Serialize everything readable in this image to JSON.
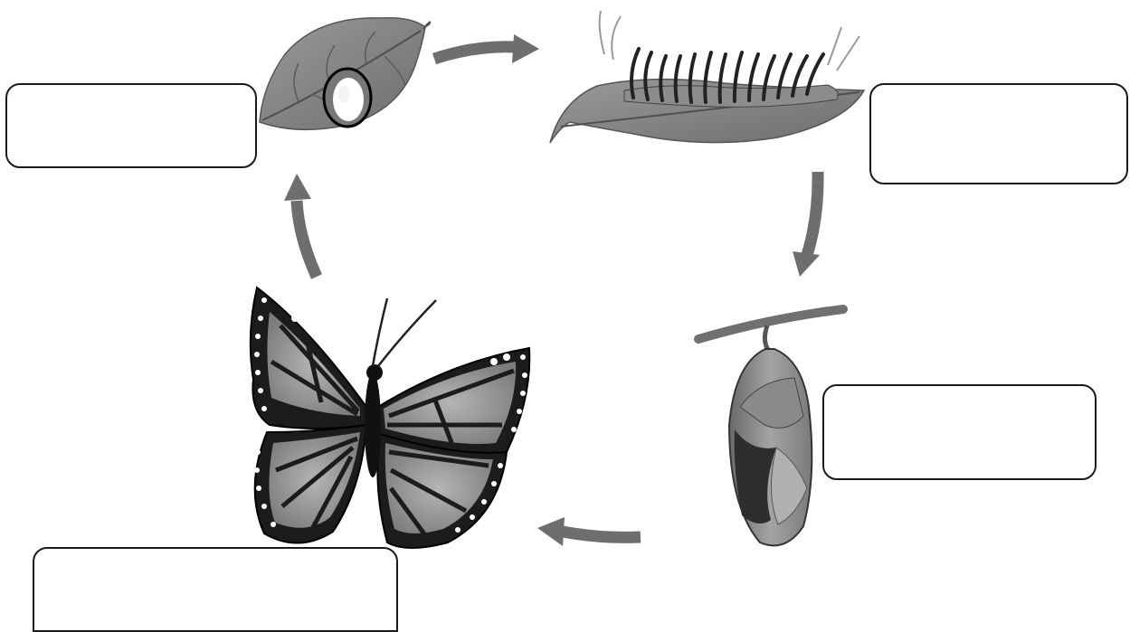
{
  "diagram": {
    "stages": [
      {
        "id": "egg",
        "icon": "leaf-with-egg-icon",
        "label": ""
      },
      {
        "id": "caterpillar",
        "icon": "caterpillar-on-leaf-icon",
        "label": ""
      },
      {
        "id": "chrysalis",
        "icon": "chrysalis-icon",
        "label": ""
      },
      {
        "id": "butterfly",
        "icon": "butterfly-icon",
        "label": ""
      }
    ],
    "colors": {
      "background": "#ffffff",
      "arrow": "#6e6e6e",
      "leaf": "#8a8a8a",
      "outline": "#1a1a1a"
    }
  }
}
